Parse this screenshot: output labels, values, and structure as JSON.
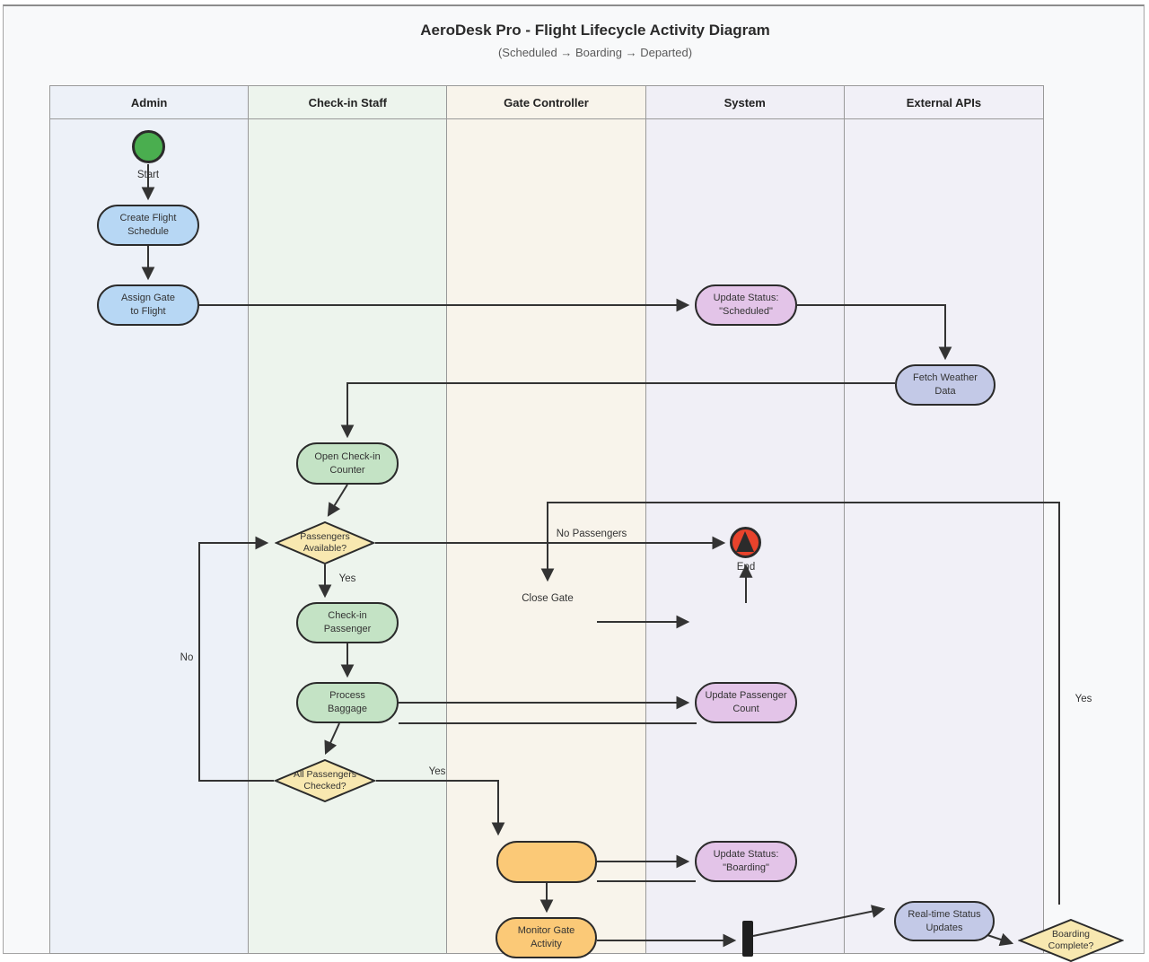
{
  "title": "AeroDesk Pro - Flight Lifecycle Activity Diagram",
  "subtitle": "(Scheduled → Boarding → Departed)",
  "lanes": [
    {
      "label": "Admin",
      "tint": "#edf1f8"
    },
    {
      "label": "Check-in Staff",
      "tint": "#edf4ed"
    },
    {
      "label": "Gate Controller",
      "tint": "#f8f4eb"
    },
    {
      "label": "System",
      "tint": "#f0eff6"
    },
    {
      "label": "External APIs",
      "tint": "#f1f0f7"
    }
  ],
  "nodes": {
    "create_flight": {
      "lines": [
        "Create Flight",
        "Schedule"
      ]
    },
    "assign_gate": {
      "lines": [
        "Assign Gate",
        "to Flight"
      ]
    },
    "update_scheduled": {
      "lines": [
        "Update Status:",
        "\"Scheduled\""
      ]
    },
    "fetch_weather": {
      "lines": [
        "Fetch Weather",
        "Data"
      ]
    },
    "open_checkin": {
      "lines": [
        "Open Check-in",
        "Counter"
      ]
    },
    "passengers_available": {
      "lines": [
        "Passengers",
        "Available?"
      ]
    },
    "checkin_passenger": {
      "lines": [
        "Check-in",
        "Passenger"
      ]
    },
    "process_baggage": {
      "lines": [
        "Process",
        "Baggage"
      ]
    },
    "update_count": {
      "lines": [
        "Update Passenger",
        "Count"
      ]
    },
    "all_checked": {
      "lines": [
        "All Passengers",
        "Checked?"
      ]
    },
    "board_gate": {
      "lines": [
        "",
        ""
      ]
    },
    "update_boarding": {
      "lines": [
        "Update Status:",
        "\"Boarding\""
      ]
    },
    "monitor_gate": {
      "lines": [
        "Monitor Gate",
        "Activity"
      ]
    },
    "realtime_updates": {
      "lines": [
        "Real-time Status",
        "Updates"
      ]
    },
    "boarding_complete": {
      "lines": [
        "Boarding",
        "Complete?"
      ]
    }
  },
  "edge_labels": {
    "start": "Start",
    "end": "End",
    "no_passengers": "No Passengers",
    "yes_available": "Yes",
    "close_gate": "Close Gate",
    "no_loop": "No",
    "yes_checked": "Yes",
    "yes_boarding": "Yes"
  },
  "colors": {
    "edge": "#333333",
    "node_border": "#2b2b2b",
    "action_blue": "#b7d7f4",
    "action_green": "#c4e3c5",
    "action_purple": "#e3c4e8",
    "action_lavender": "#c3c9e7",
    "action_orange": "#fbc977",
    "decision_yellow": "#f8e8b0",
    "start_green": "#4aae4f",
    "end_red": "#e8432c",
    "lane_border": "#999999",
    "page_background": "#f8f9fa"
  }
}
